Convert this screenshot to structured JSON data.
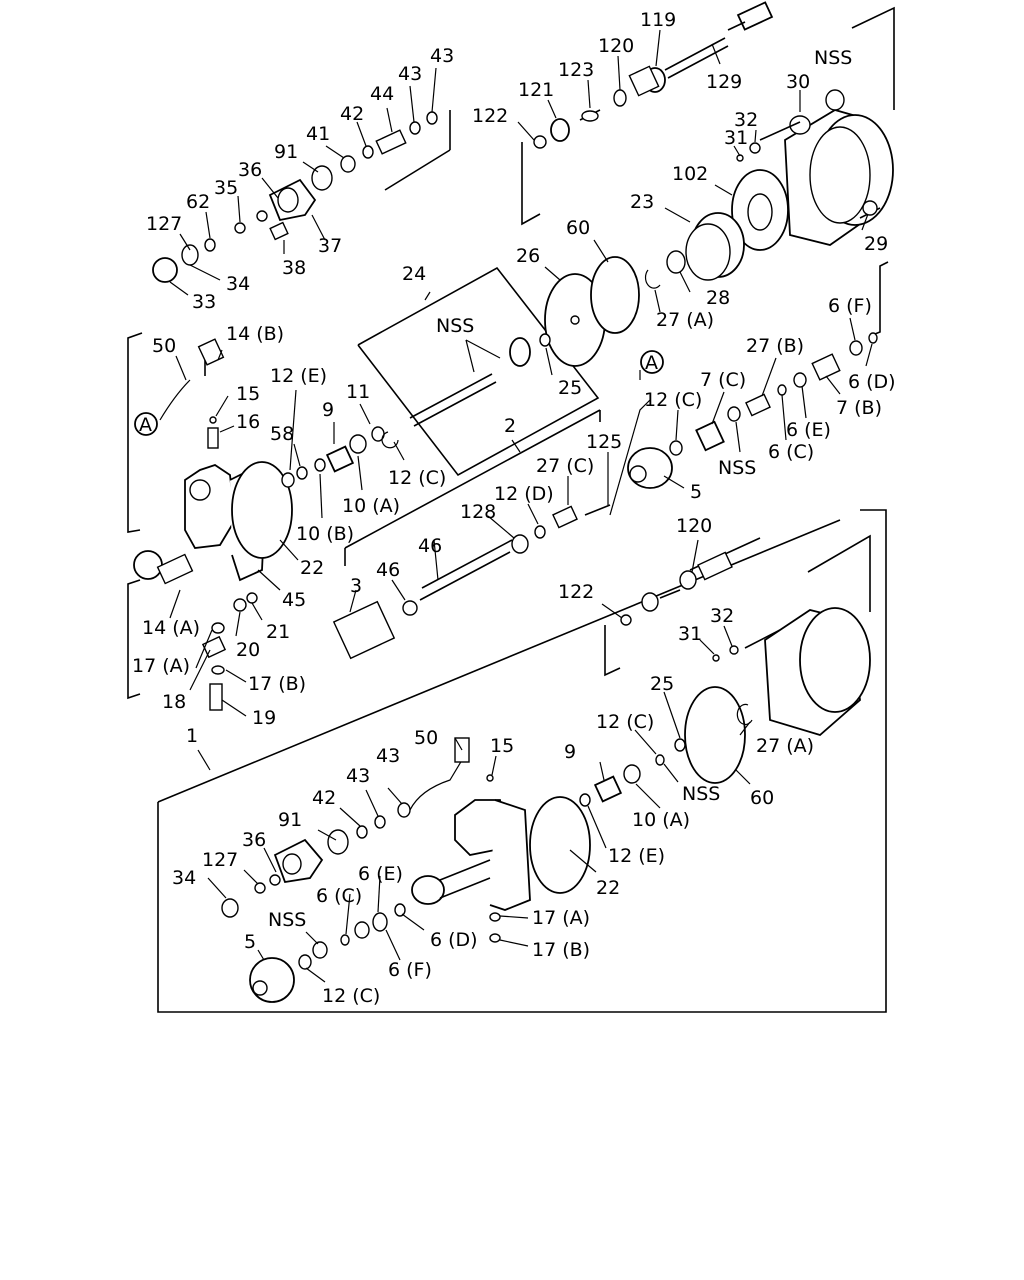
{
  "callouts": [
    {
      "id": "c119",
      "text": "119"
    },
    {
      "id": "c120a",
      "text": "120"
    },
    {
      "id": "c123",
      "text": "123"
    },
    {
      "id": "c121",
      "text": "121"
    },
    {
      "id": "c122a",
      "text": "122"
    },
    {
      "id": "c129",
      "text": "129"
    },
    {
      "id": "c30",
      "text": "30"
    },
    {
      "id": "cnss1",
      "text": "NSS"
    },
    {
      "id": "c32a",
      "text": "32"
    },
    {
      "id": "c31a",
      "text": "31"
    },
    {
      "id": "c102",
      "text": "102"
    },
    {
      "id": "c23",
      "text": "23"
    },
    {
      "id": "c29",
      "text": "29"
    },
    {
      "id": "c60a",
      "text": "60"
    },
    {
      "id": "c26",
      "text": "26"
    },
    {
      "id": "c28",
      "text": "28"
    },
    {
      "id": "c27A1",
      "text": "27 (A)"
    },
    {
      "id": "c25a",
      "text": "25"
    },
    {
      "id": "c43a",
      "text": "43"
    },
    {
      "id": "c43b",
      "text": "43"
    },
    {
      "id": "c44",
      "text": "44"
    },
    {
      "id": "c42a",
      "text": "42"
    },
    {
      "id": "c41",
      "text": "41"
    },
    {
      "id": "c91a",
      "text": "91"
    },
    {
      "id": "c36a",
      "text": "36"
    },
    {
      "id": "c35",
      "text": "35"
    },
    {
      "id": "c62",
      "text": "62"
    },
    {
      "id": "c127a",
      "text": "127"
    },
    {
      "id": "c37",
      "text": "37"
    },
    {
      "id": "c38",
      "text": "38"
    },
    {
      "id": "c34a",
      "text": "34"
    },
    {
      "id": "c33",
      "text": "33"
    },
    {
      "id": "c24",
      "text": "24"
    },
    {
      "id": "cnss2",
      "text": "NSS"
    },
    {
      "id": "c50a",
      "text": "50"
    },
    {
      "id": "c14B",
      "text": "14 (B)"
    },
    {
      "id": "cA1",
      "text": "A"
    },
    {
      "id": "c15a",
      "text": "15"
    },
    {
      "id": "c16",
      "text": "16"
    },
    {
      "id": "c12E1",
      "text": "12 (E)"
    },
    {
      "id": "c58",
      "text": "58"
    },
    {
      "id": "c9a",
      "text": "9"
    },
    {
      "id": "c11",
      "text": "11"
    },
    {
      "id": "c12C1",
      "text": "12 (C)"
    },
    {
      "id": "c10A1",
      "text": "10 (A)"
    },
    {
      "id": "c10B",
      "text": "10 (B)"
    },
    {
      "id": "c22a",
      "text": "22"
    },
    {
      "id": "c45",
      "text": "45"
    },
    {
      "id": "c14A",
      "text": "14 (A)"
    },
    {
      "id": "c21",
      "text": "21"
    },
    {
      "id": "c20",
      "text": "20"
    },
    {
      "id": "c17A1",
      "text": "17 (A)"
    },
    {
      "id": "c18",
      "text": "18"
    },
    {
      "id": "c17B1",
      "text": "17 (B)"
    },
    {
      "id": "c19",
      "text": "19"
    },
    {
      "id": "c2",
      "text": "2"
    },
    {
      "id": "cA2",
      "text": "A"
    },
    {
      "id": "c12C2",
      "text": "12 (C)"
    },
    {
      "id": "c125",
      "text": "125"
    },
    {
      "id": "c27C",
      "text": "27 (C)"
    },
    {
      "id": "c12D",
      "text": "12 (D)"
    },
    {
      "id": "c128",
      "text": "128"
    },
    {
      "id": "c46a",
      "text": "46"
    },
    {
      "id": "c46b",
      "text": "46"
    },
    {
      "id": "c3",
      "text": "3"
    },
    {
      "id": "c5a",
      "text": "5"
    },
    {
      "id": "c7C",
      "text": "7 (C)"
    },
    {
      "id": "cnss3",
      "text": "NSS"
    },
    {
      "id": "c27B",
      "text": "27 (B)"
    },
    {
      "id": "c6C1",
      "text": "6 (C)"
    },
    {
      "id": "c6E1",
      "text": "6 (E)"
    },
    {
      "id": "c7B",
      "text": "7 (B)"
    },
    {
      "id": "c6F1",
      "text": "6 (F)"
    },
    {
      "id": "c6D1",
      "text": "6 (D)"
    },
    {
      "id": "c1",
      "text": "1"
    },
    {
      "id": "c120b",
      "text": "120"
    },
    {
      "id": "c122b",
      "text": "122"
    },
    {
      "id": "c32b",
      "text": "32"
    },
    {
      "id": "c31b",
      "text": "31"
    },
    {
      "id": "c25b",
      "text": "25"
    },
    {
      "id": "c12C3",
      "text": "12 (C)"
    },
    {
      "id": "c27A2",
      "text": "27 (A)"
    },
    {
      "id": "c9b",
      "text": "9"
    },
    {
      "id": "cnss4",
      "text": "NSS"
    },
    {
      "id": "c60b",
      "text": "60"
    },
    {
      "id": "c10A2",
      "text": "10 (A)"
    },
    {
      "id": "c12E2",
      "text": "12 (E)"
    },
    {
      "id": "c50b",
      "text": "50"
    },
    {
      "id": "c15b",
      "text": "15"
    },
    {
      "id": "c43c",
      "text": "43"
    },
    {
      "id": "c43d",
      "text": "43"
    },
    {
      "id": "c42b",
      "text": "42"
    },
    {
      "id": "c91b",
      "text": "91"
    },
    {
      "id": "c36b",
      "text": "36"
    },
    {
      "id": "c127b",
      "text": "127"
    },
    {
      "id": "c34b",
      "text": "34"
    },
    {
      "id": "c22b",
      "text": "22"
    },
    {
      "id": "c6E2",
      "text": "6 (E)"
    },
    {
      "id": "c6C2",
      "text": "6 (C)"
    },
    {
      "id": "cnss5",
      "text": "NSS"
    },
    {
      "id": "c6D2",
      "text": "6 (D)"
    },
    {
      "id": "c6F2",
      "text": "6 (F)"
    },
    {
      "id": "c17A2",
      "text": "17 (A)"
    },
    {
      "id": "c17B2",
      "text": "17 (B)"
    },
    {
      "id": "c5b",
      "text": "5"
    },
    {
      "id": "c12C4",
      "text": "12 (C)"
    }
  ]
}
